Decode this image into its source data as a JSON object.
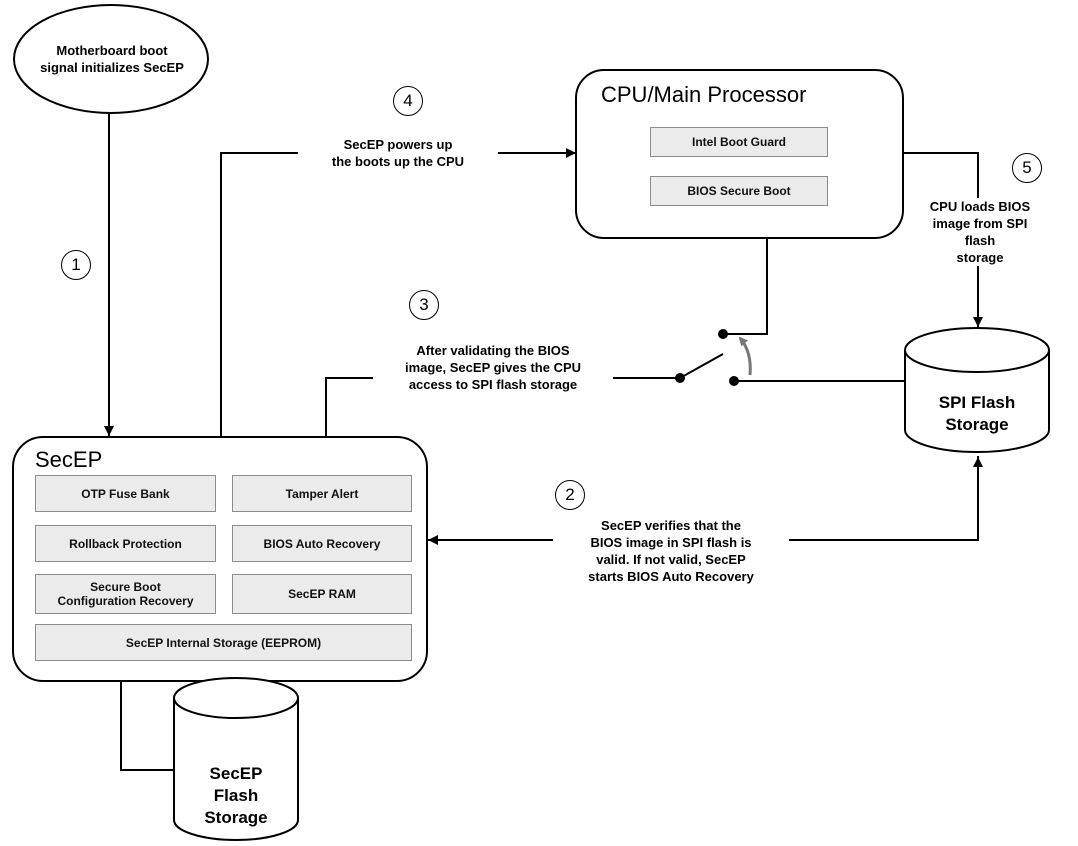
{
  "boot_signal": {
    "line1": "Motherboard boot",
    "line2": "signal initializes SecEP"
  },
  "cpu": {
    "title": "CPU/Main Processor",
    "components": [
      "Intel Boot Guard",
      "BIOS Secure Boot"
    ]
  },
  "secep": {
    "title": "SecEP",
    "components": {
      "otp_fuse_bank": "OTP Fuse Bank",
      "tamper_alert": "Tamper Alert",
      "rollback_protection": "Rollback Protection",
      "bios_auto_recovery": "BIOS Auto Recovery",
      "secure_boot_config_line1": "Secure Boot",
      "secure_boot_config_line2": "Configuration Recovery",
      "secep_ram": "SecEP RAM",
      "internal_storage": "SecEP Internal Storage (EEPROM)"
    }
  },
  "spi_flash": {
    "line1": "SPI Flash",
    "line2": "Storage"
  },
  "secep_flash": {
    "line1": "SecEP",
    "line2": "Flash",
    "line3": "Storage"
  },
  "steps": [
    {
      "number": "1",
      "lines": []
    },
    {
      "number": "2",
      "lines": [
        "SecEP verifies that the",
        "BIOS image in SPI flash is",
        "valid. If not valid, SecEP",
        "starts BIOS Auto Recovery"
      ]
    },
    {
      "number": "3",
      "lines": [
        "After validating the BIOS",
        "image, SecEP gives the CPU",
        "access to SPI flash storage"
      ]
    },
    {
      "number": "4",
      "lines": [
        "SecEP powers up",
        "the boots up the CPU"
      ]
    },
    {
      "number": "5",
      "lines": [
        "CPU loads BIOS",
        "image from SPI flash",
        "storage"
      ]
    }
  ]
}
